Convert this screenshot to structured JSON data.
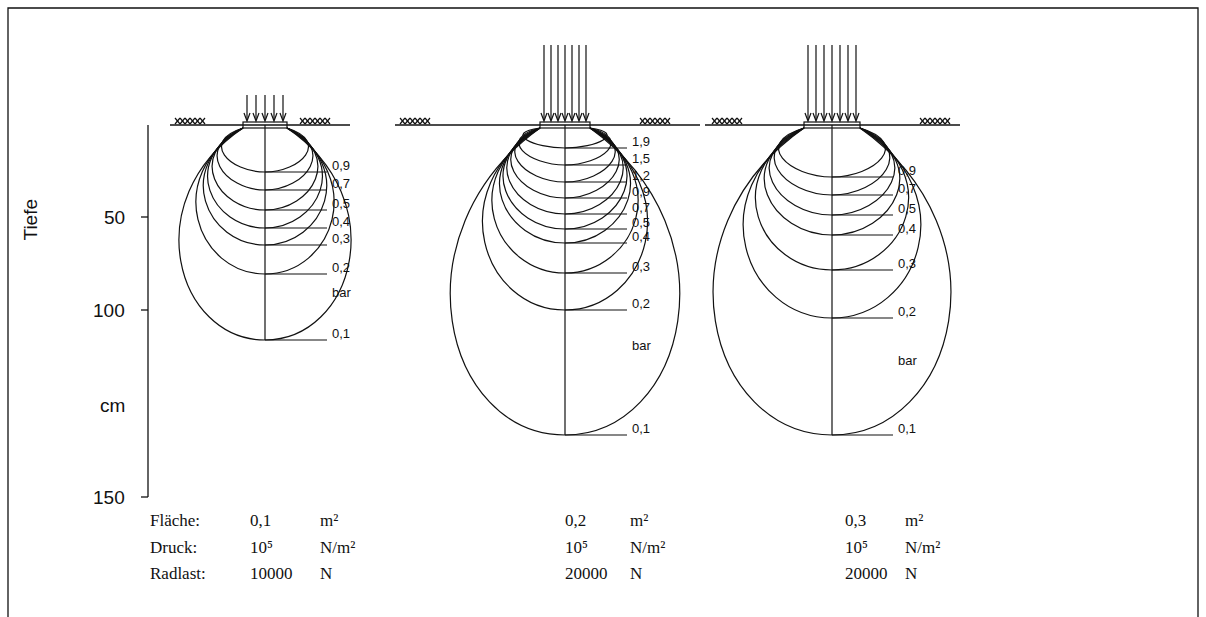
{
  "diagram": {
    "labels": [
      "Tiefe",
      "50",
      "100",
      "cm",
      "150",
      "0,9",
      "0,7",
      "0,5",
      "0,4",
      "0,3",
      "0,2",
      "bar",
      "0,1",
      "1,9",
      "1,5",
      "1,2",
      "0,9",
      "0,7",
      "0,5",
      "0,4",
      "0,3",
      "0,2",
      "bar",
      "0,1",
      "0,9",
      "0,7",
      "0,5",
      "0,4",
      "0,3",
      "0,2",
      "bar",
      "0,1",
      "Fläche:",
      "0,1",
      "m²",
      "0,2",
      "m²",
      "0,3",
      "m²",
      "Druck:",
      "10⁵",
      "N/m²",
      "10⁵",
      "N/m²",
      "10⁵",
      "N/m²",
      "Radlast:",
      "10000",
      "N",
      "20000",
      "N",
      "20000",
      "N"
    ]
  }
}
